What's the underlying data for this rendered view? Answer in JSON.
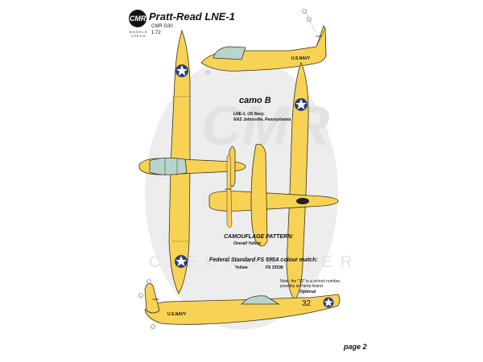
{
  "header": {
    "title": "Pratt-Read LNE-1",
    "code": "CMR G30",
    "scale": "1:72",
    "logo_text": "CMR",
    "logo_subtitle": "MODELS CZECH"
  },
  "scheme": {
    "name": "camo B",
    "description_lines": [
      "LNE-1, US Navy,",
      "NAS Johnsville, Pennsylvania"
    ]
  },
  "camouflage": {
    "heading": "CAMOUFLAGE PATTERN:",
    "value": "Overall Yellow"
  },
  "federal_standard": {
    "heading": "Federal Standard FS 595A colour match:",
    "color_name": "Yellow",
    "fs_code": "FS 33538"
  },
  "note": {
    "lines": [
      "Note: the \"32\" is a school number,",
      "possibly at Parris Island"
    ],
    "optional_label": "Optional"
  },
  "markings": {
    "us_navy": "U.S.NAVY",
    "school_number": "32",
    "serial": "31498"
  },
  "watermark": {
    "text": "CZECHMASTER"
  },
  "page_label": "page 2",
  "colors": {
    "aircraft_yellow": "#f7d254",
    "outline": "#3a3220",
    "canopy": "#b8d4cc",
    "insignia_blue": "#2d3f77",
    "watermark": "#e9e9e9"
  },
  "icons": [
    "star-insignia-icon",
    "callout-marker-icon"
  ]
}
